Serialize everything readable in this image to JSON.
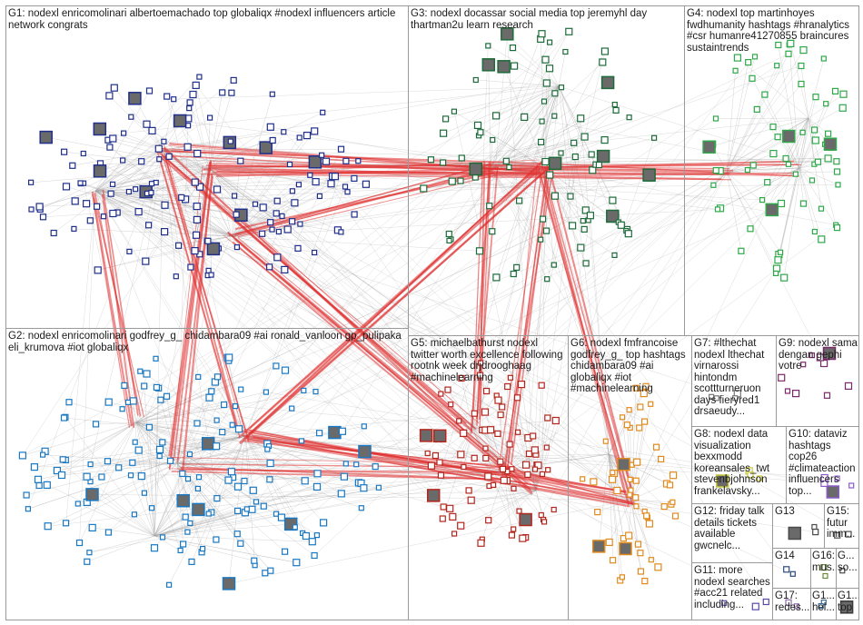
{
  "graph": {
    "groups": [
      {
        "id": "g1",
        "label": "G1: nodexl enricomolinari albertoemachado top globaliqx #nodexl influencers article network congrats",
        "color": "#1f2f8a"
      },
      {
        "id": "g2",
        "label": "G2: nodexl enricomolinari godfrey_g_ chidambara09 #ai ronald_vanloon gp_pulipaka eli_krumova #iot globaliqx",
        "color": "#1a78c2"
      },
      {
        "id": "g3",
        "label": "G3: nodexl docassar social media top jeremyhl day thartman2u learn research",
        "color": "#1d6b3a"
      },
      {
        "id": "g4",
        "label": "G4: nodexl top martinhoyes fwdhumanity hashtags #hranalytics #csr humanre41270855 braincures sustaintrends",
        "color": "#2fa84a"
      },
      {
        "id": "g5",
        "label": "G5: michaelbathurst nodexl twitter worth excellence following rootnk week drjdrooghaag #machinelearning",
        "color": "#b3261e"
      },
      {
        "id": "g6",
        "label": "G6: nodexl fmfrancoise godfrey_g_ top hashtags chidambara09 #ai globaliqx #iot #machinelearning",
        "color": "#e08a1e"
      },
      {
        "id": "g7",
        "label": "G7: #lthechat nodexl lthechat virnarossi hintondm scottturneruon days fieryred1 drsaeudy...",
        "color": "#777777"
      },
      {
        "id": "g8",
        "label": "G8: nodexl data visualization bexxmodd koreansales_twt stevenbjohnson frankelavsky...",
        "color": "#c8c83a"
      },
      {
        "id": "g9",
        "label": "G9: nodexl sama dengan gephi votre",
        "color": "#7a2a6a"
      },
      {
        "id": "g10",
        "label": "G10: dataviz hashtags cop26 #climateaction influencers top...",
        "color": "#8a5ac8"
      },
      {
        "id": "g11",
        "label": "G11: more nodexl searches #acc21 related including...",
        "color": "#5a4aa8"
      },
      {
        "id": "g12",
        "label": "G12: friday talk details tickets available gwcnelc...",
        "color": "#6a6a6a"
      },
      {
        "id": "g13",
        "label": "G13",
        "color": "#4a4a4a"
      },
      {
        "id": "g14",
        "label": "G14",
        "color": "#2a4a7a"
      },
      {
        "id": "g15",
        "label": "G15: futur imm...",
        "color": "#4a4a4a"
      },
      {
        "id": "g16",
        "label": "G16: mus...",
        "color": "#6a8a3a"
      },
      {
        "id": "g17",
        "label": "G17: redes...",
        "color": "#8a6aa8"
      },
      {
        "id": "g18",
        "label": "G1... hel...",
        "color": "#3a6a9a"
      },
      {
        "id": "g19",
        "label": "G... so...",
        "color": "#4a4a4a"
      },
      {
        "id": "g20",
        "label": "G1... top",
        "color": "#3a3a3a"
      }
    ],
    "edge_colors": {
      "intra": "#b0b0b0",
      "inter": "#e03030"
    }
  }
}
